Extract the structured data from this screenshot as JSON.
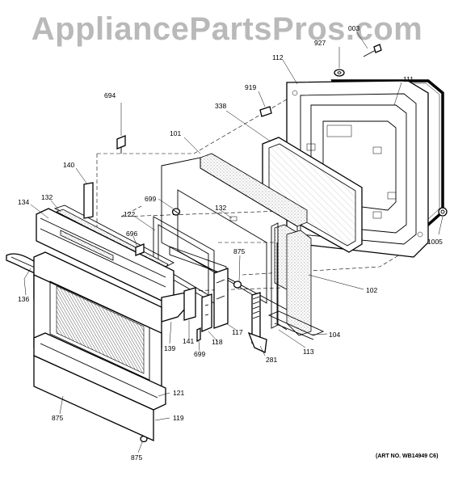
{
  "watermark": "AppliancePartsPros.com",
  "art_number": "(ART NO. WB14949 C6)",
  "callouts": {
    "c003": "003",
    "c927": "927",
    "c112": "112",
    "c111": "111",
    "c694": "694",
    "c919": "919",
    "c338": "338",
    "c101": "101",
    "c140": "140",
    "c134": "134",
    "c132a": "132",
    "c699a": "699",
    "c132b": "132",
    "c122": "122",
    "c696": "696",
    "c875a": "875",
    "c1005": "1005",
    "c136": "136",
    "c102": "102",
    "c139": "139",
    "c141": "141",
    "c699b": "699",
    "c118": "118",
    "c117": "117",
    "c104": "104",
    "c113": "113",
    "c281": "281",
    "c121": "121",
    "c875b": "875",
    "c119": "119",
    "c875c": "875"
  }
}
